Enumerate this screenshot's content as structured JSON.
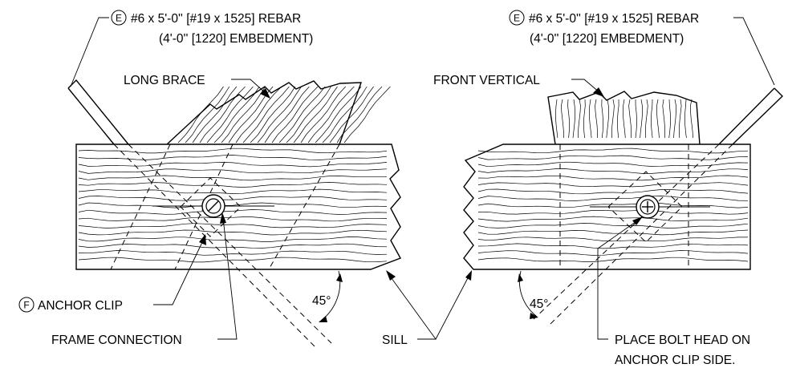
{
  "labels": {
    "rebar_left_tag": "E",
    "rebar_left_line1": "#6 x 5'-0'' [#19 x 1525] REBAR",
    "rebar_left_line2": "(4'-0'' [1220] EMBEDMENT)",
    "rebar_right_tag": "E",
    "rebar_right_line1": "#6 x 5'-0'' [#19 x 1525] REBAR",
    "rebar_right_line2": "(4'-0'' [1220] EMBEDMENT)",
    "long_brace": "LONG BRACE",
    "front_vertical": "FRONT VERTICAL",
    "anchor_clip_tag": "F",
    "anchor_clip": "ANCHOR CLIP",
    "frame_connection": "FRAME CONNECTION",
    "sill": "SILL",
    "angle_left": "45°",
    "angle_right": "45°",
    "bolt_note_line1": "PLACE BOLT HEAD ON",
    "bolt_note_line2": "ANCHOR CLIP SIDE."
  }
}
